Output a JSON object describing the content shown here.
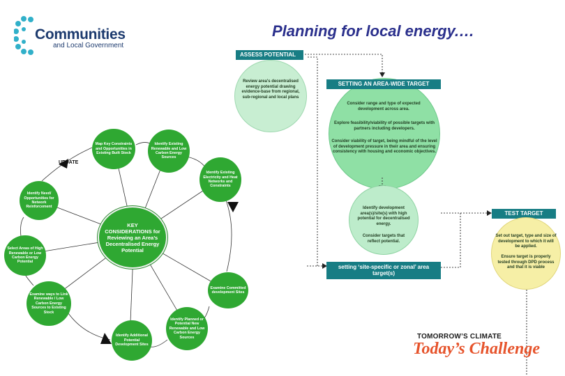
{
  "header": {
    "logo_main": "Communities",
    "logo_sub": "and Local Government",
    "title": "Planning for local energy.…"
  },
  "left_diagram": {
    "center": "KEY CONSIDERATIONS for Reviewing an Area’s Decentralised Energy Potential",
    "update_label": "UPDATE",
    "nodes": [
      "Map Key Constraints and Opportunities in Existing Built Stock",
      "Identify Existing Renewable and Low Carbon Energy Sources",
      "Identify Existing Electricity and Heat Networks and Constraints",
      "Examine Committed development Sites",
      "Identify Planned or Potential New Renewable and Low Carbon Energy Sources",
      "Identify Additional Potential Development Sites",
      "Examine ways to Link Renewable / Low Carbon Energy Sources to Existing Stock",
      "Select Areas of High Renewable or Low Carbon Energy Potential",
      "Identify Need/ Opportunities for Network Reinforcement"
    ]
  },
  "right_flow": {
    "assess_header": "ASSESS POTENTIAL",
    "assess_text": "Review area's decentralised energy potential drawing evidence-base from regional, sub-regional and local plans",
    "target_header": "SETTING AN AREA-WIDE TARGET",
    "target_text_1": "Consider range and type of expected development across area.",
    "target_text_2": "Explore feasibility/viability of possible targets with partners including developers.",
    "target_text_3": "Consider viability of target, being mindful of the level of development pressure in their area and ensuring consistency with housing and economic objectives.",
    "identify_text_1": "Identify development area(s)/site(s) with high potential for decentralised energy.",
    "identify_text_2": "Consider targets that reflect potential.",
    "site_header": "setting ‘site-specific or zonal’ area target(s)",
    "test_header": "TEST TARGET",
    "test_text_1": "Set out target, type and size of development to which it will be applied.",
    "test_text_2": "Ensure target is properly tested through DPD process and that it is viable"
  },
  "footer": {
    "brand_line1": "TOMORROW’S CLIMATE",
    "brand_line2": "Today’s Challenge"
  },
  "colors": {
    "title": "#2a2f8c",
    "node_green": "#2fa832",
    "header_teal": "#177d84",
    "assess_circle": "#c8eed2",
    "target_circle": "#8fe0a5",
    "test_circle": "#f6efa6",
    "brand_orange": "#e6532b"
  }
}
